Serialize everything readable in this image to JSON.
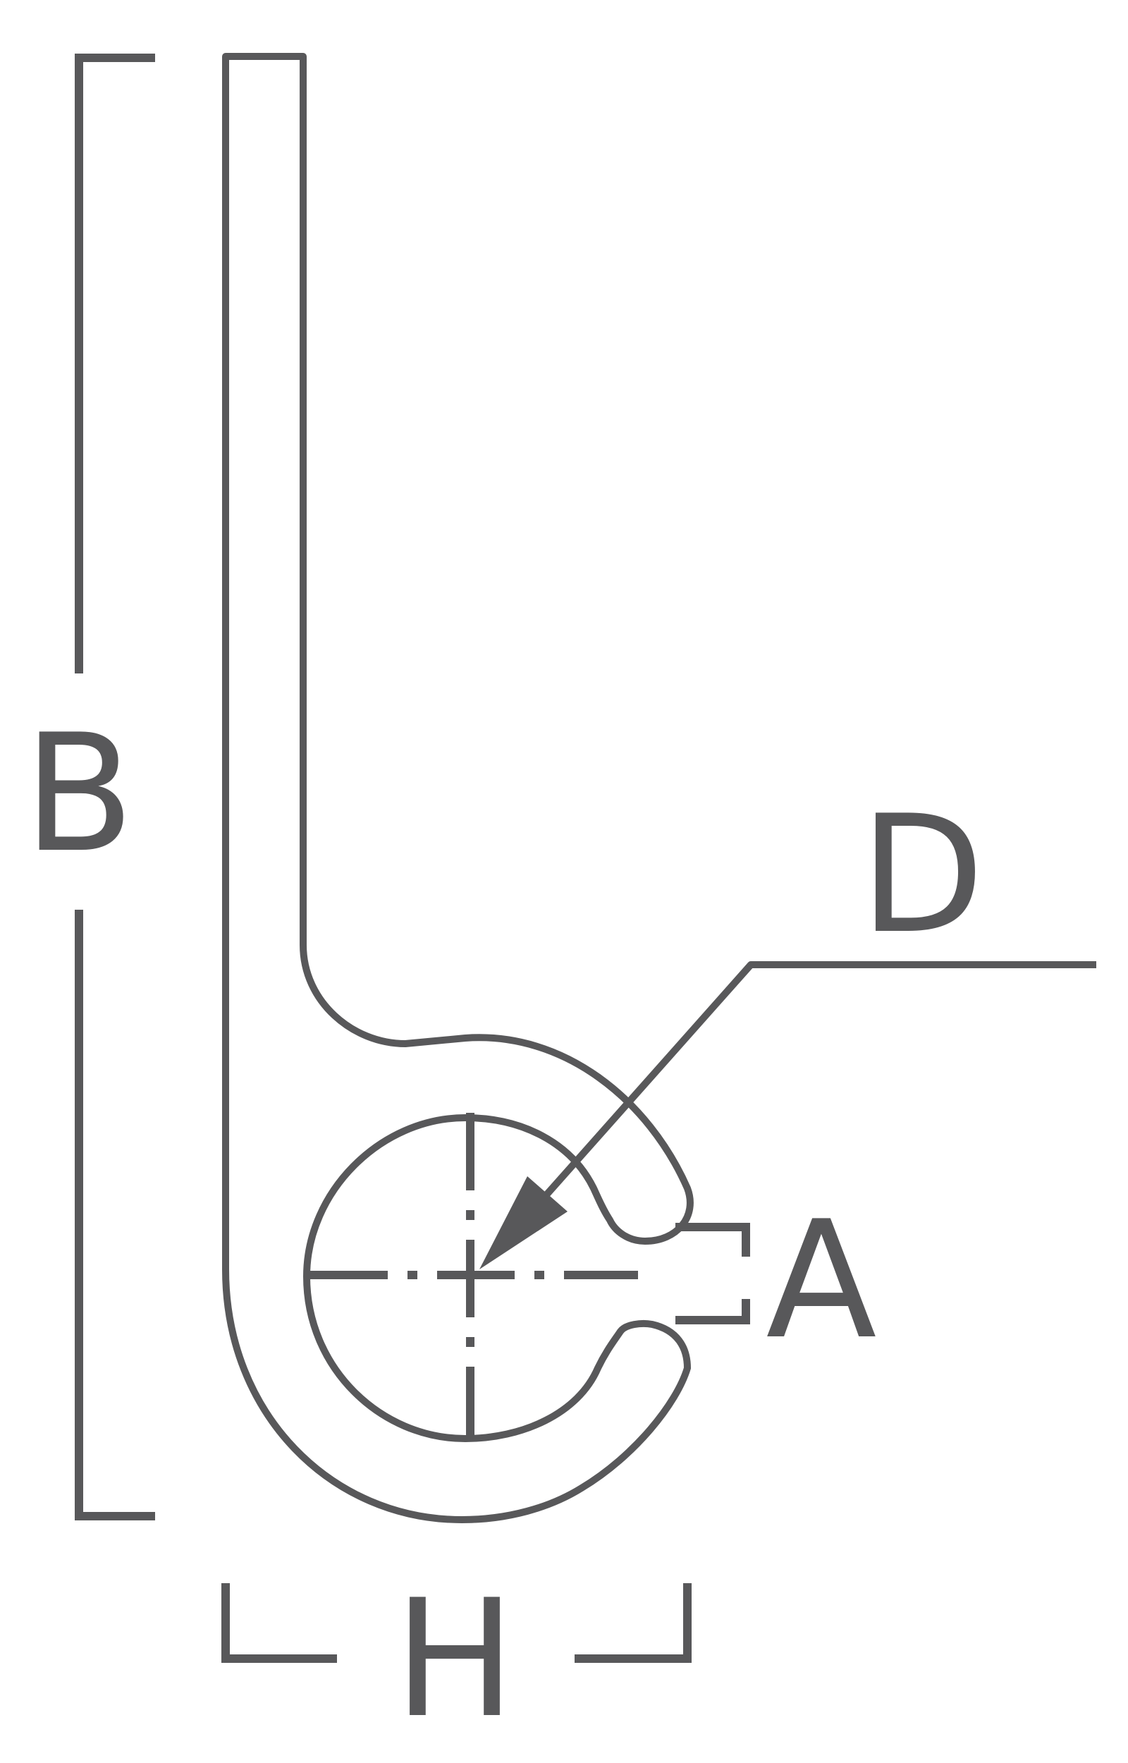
{
  "labels": {
    "b": "B",
    "d": "D",
    "a": "A",
    "h": "H"
  },
  "colors": {
    "line": "#58585a",
    "background": "#ffffff"
  }
}
